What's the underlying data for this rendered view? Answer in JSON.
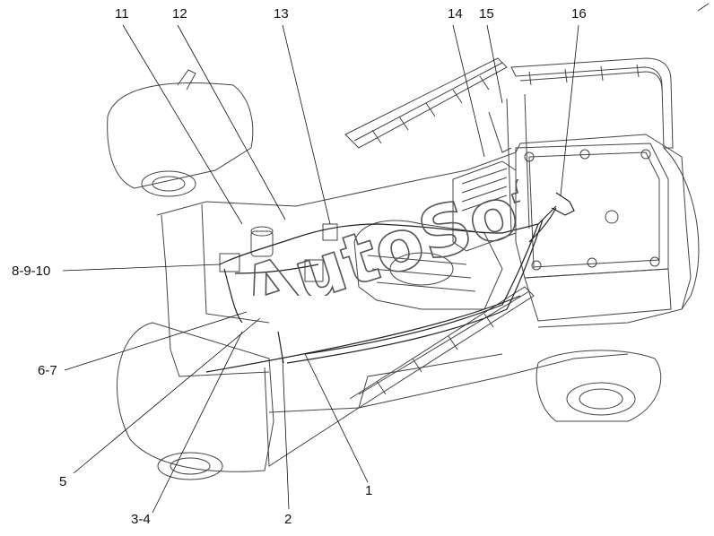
{
  "callouts": [
    {
      "id": "c11",
      "text": "11"
    },
    {
      "id": "c12",
      "text": "12"
    },
    {
      "id": "c13",
      "text": "13"
    },
    {
      "id": "c14",
      "text": "14"
    },
    {
      "id": "c15",
      "text": "15"
    },
    {
      "id": "c16",
      "text": "16"
    },
    {
      "id": "c8910",
      "text": "8-9-10"
    },
    {
      "id": "c67",
      "text": "6-7"
    },
    {
      "id": "c5",
      "text": "5"
    },
    {
      "id": "c34",
      "text": "3-4"
    },
    {
      "id": "c2",
      "text": "2"
    },
    {
      "id": "c1",
      "text": "1"
    }
  ],
  "watermark": {
    "text": "AutoSoft"
  },
  "colors": {
    "line": "#1a1a1a",
    "stroke": "#555555",
    "background": "#ffffff"
  }
}
